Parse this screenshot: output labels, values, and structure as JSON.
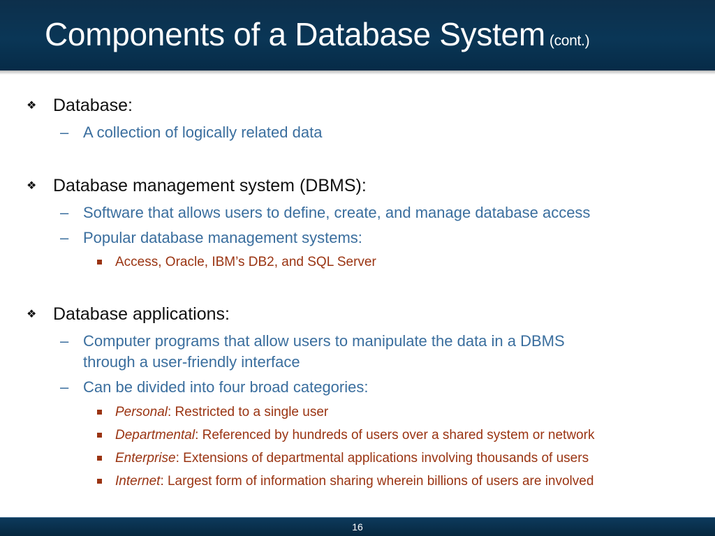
{
  "slide": {
    "title": "Components of a Database System",
    "title_suffix": "(cont.)",
    "page_number": "16"
  },
  "sections": [
    {
      "heading": "Database:",
      "items": [
        {
          "text": "A collection of logically related data"
        }
      ]
    },
    {
      "heading": "Database management system (DBMS):",
      "items": [
        {
          "text": "Software that allows users to define, create, and manage database access"
        },
        {
          "text": "Popular database management systems:",
          "subitems": [
            {
              "text": "Access, Oracle, IBM’s DB2, and SQL Server"
            }
          ]
        }
      ]
    },
    {
      "heading": "Database applications:",
      "items": [
        {
          "text_line1": "Computer programs that allow users to manipulate the data in a DBMS",
          "text_line2": "through a user-friendly interface"
        },
        {
          "text": "Can be divided into four broad categories:",
          "subitems": [
            {
              "term": "Personal",
              "text": ": Restricted to a single user"
            },
            {
              "term": "Departmental",
              "text": ": Referenced by hundreds of users over a shared system or network"
            },
            {
              "term": "Enterprise",
              "text": ": Extensions of departmental applications involving thousands of users"
            },
            {
              "term": "Internet",
              "text": ": Largest form of information sharing wherein billions of users are involved"
            }
          ]
        }
      ]
    }
  ]
}
